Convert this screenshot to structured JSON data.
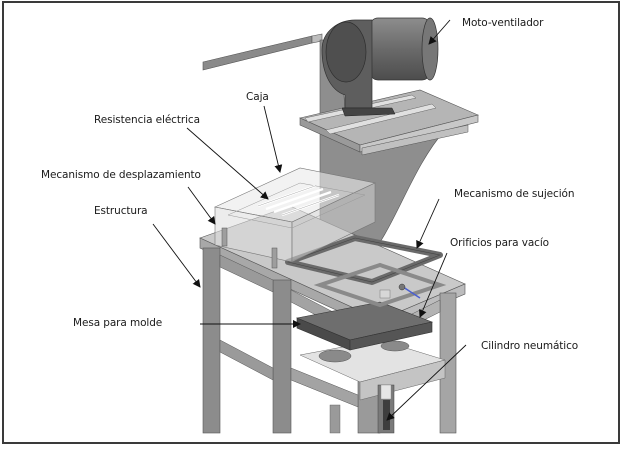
{
  "figure": {
    "subject": "Thermoforming machine assembly (isometric CAD view)",
    "labels": {
      "moto_ventilador": "Moto-ventilador",
      "caja": "Caja",
      "resistencia_electrica": "Resistencia eléctrica",
      "mecanismo_desplazamiento": "Mecanismo de desplazamiento",
      "estructura": "Estructura",
      "mecanismo_sujecion": "Mecanismo de sujeción",
      "orificios_vacio": "Orificios para vacío",
      "mesa_molde": "Mesa para molde",
      "cilindro_neumatico": "Cilindro neumático"
    },
    "colors": {
      "border": "#3a3a3a",
      "metal_dark": "#5e5e5e",
      "metal_mid": "#8a8a8a",
      "metal_light": "#bdbdbd",
      "accent_hose": "#4a5fd0"
    }
  }
}
